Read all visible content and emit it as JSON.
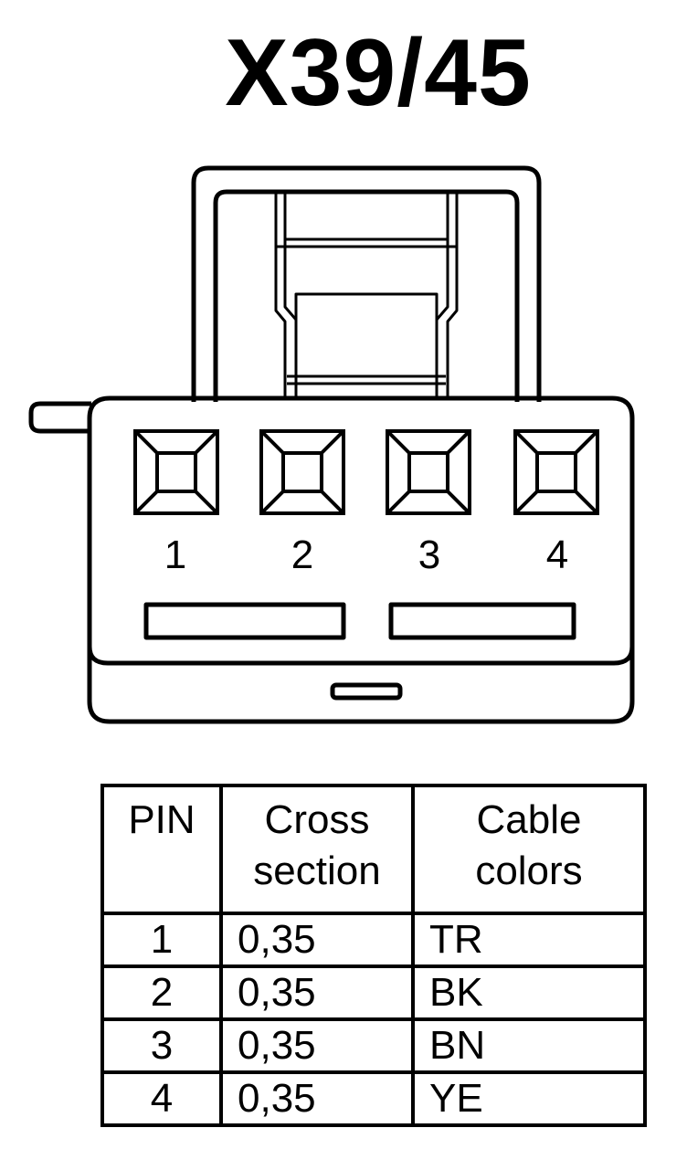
{
  "title": "X39/45",
  "connector": {
    "pin_numbers": [
      "1",
      "2",
      "3",
      "4"
    ]
  },
  "table": {
    "headers": {
      "pin": "PIN",
      "cross_line1": "Cross",
      "cross_line2": "section",
      "color_line1": "Cable",
      "color_line2": "colors"
    },
    "rows": [
      {
        "pin": "1",
        "cross": "0,35",
        "color": "TR"
      },
      {
        "pin": "2",
        "cross": "0,35",
        "color": "BK"
      },
      {
        "pin": "3",
        "cross": "0,35",
        "color": "BN"
      },
      {
        "pin": "4",
        "cross": "0,35",
        "color": "YE"
      }
    ]
  }
}
